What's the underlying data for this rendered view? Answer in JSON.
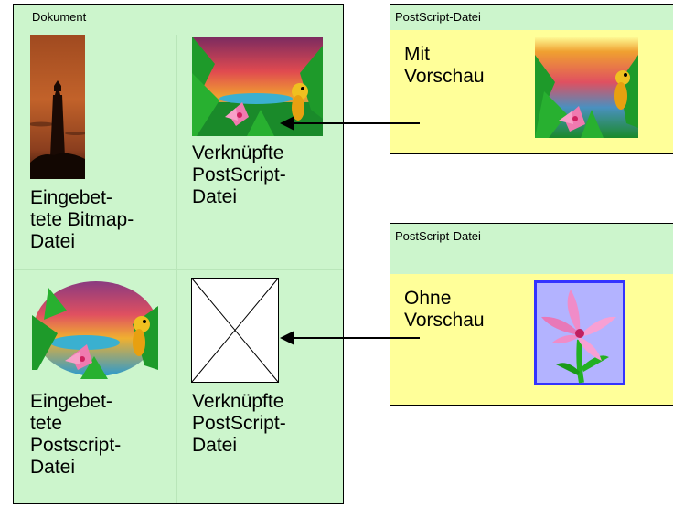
{
  "document": {
    "title": "Dokument",
    "items": [
      {
        "label_lines": [
          "Eingebet-",
          "tete Bitmap-",
          "Datei"
        ]
      },
      {
        "label_lines": [
          "Verknüpfte",
          "PostScript-",
          "Datei"
        ]
      },
      {
        "label_lines": [
          "Eingebet-",
          "tete",
          "Postscript-",
          "Datei"
        ]
      },
      {
        "label_lines": [
          "Verknüpfte",
          "PostScript-",
          "Datei"
        ]
      }
    ]
  },
  "postscript_with_preview": {
    "title": "PostScript-Datei",
    "label_lines": [
      "Mit",
      "Vorschau"
    ]
  },
  "postscript_without_preview": {
    "title": "PostScript-Datei",
    "label_lines": [
      "Ohne",
      "Vorschau"
    ]
  },
  "colors": {
    "green_panel": "#ccf5cc",
    "yellow_panel": "#ffff99",
    "preview_frame": "#3333ff",
    "preview_bg": "#b3b3ff"
  }
}
